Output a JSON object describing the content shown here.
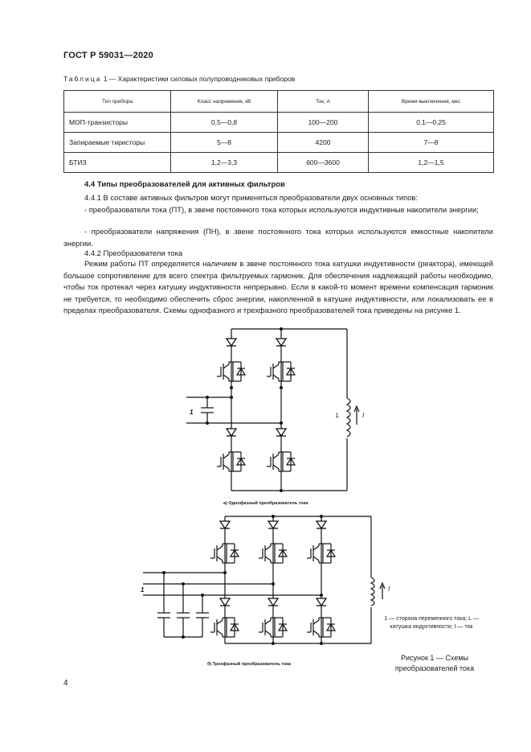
{
  "header": {
    "doc_id": "ГОСТ Р 59031—2020"
  },
  "table": {
    "caption_prefix": "Таблица",
    "caption_rest": "1 — Характеристики силовых полупроводниковых приборов",
    "columns": [
      "Тип прибора",
      "Класс напряжения, кВ",
      "Ток, А",
      "Время выключения, мкс"
    ],
    "rows": [
      [
        "МОП-транзисторы",
        "0,5—0,8",
        "100—200",
        "0,1—0,25"
      ],
      [
        "Запираемые тиристоры",
        "5—8",
        "4200",
        "7—8"
      ],
      [
        "БТИЗ",
        "1,2—3,3",
        "600—3600",
        "1,2—1,5"
      ]
    ]
  },
  "section": {
    "heading": "4.4 Типы преобразователей для активных фильтров",
    "p1": "4.4.1 В составе активных фильтров могут применяться преобразователи двух основных типов:",
    "p2": "- преобразователи тока (ПТ), в звене постоянного тока которых используются индуктивные накопители энергии;",
    "p3": "- преобразователи напряжения (ПН), в звене постоянного тока которых используются емкостные накопители энергии.",
    "p4": "4.4.2 Преобразователи тока",
    "p5": "Режим работы ПТ определяется наличием в звене постоянного тока катушки индуктивности (реактора), имеющей большое сопротивление для всего спектра фильтруемых гармоник. Для обеспечения надлежащей работы необходимо, чтобы ток протекал через катушку индуктивности непрерывно. Если в какой-то момент времени компенсация гармоник не требуется, то необходимо обеспечить сброс энергии, накопленной в катушке индуктивности, или локализовать ее в пределах преобразователя. Схемы однофазного и трехфазного преобразователей тока приведены на рисунке 1."
  },
  "figure": {
    "label_1a": "1",
    "label_L": "L",
    "label_I": "I",
    "caption_a": "а) Однофазный преобразователь тока",
    "label_1b": "1",
    "label_Ib": "I",
    "caption_b": "б) Трехфазный преобразователь тока",
    "note": "1 — сторона переменного тока; L — катушка индуктивности; I — ток",
    "caption": "Рисунок 1 — Схемы преобразователей тока"
  },
  "page_number": "4"
}
